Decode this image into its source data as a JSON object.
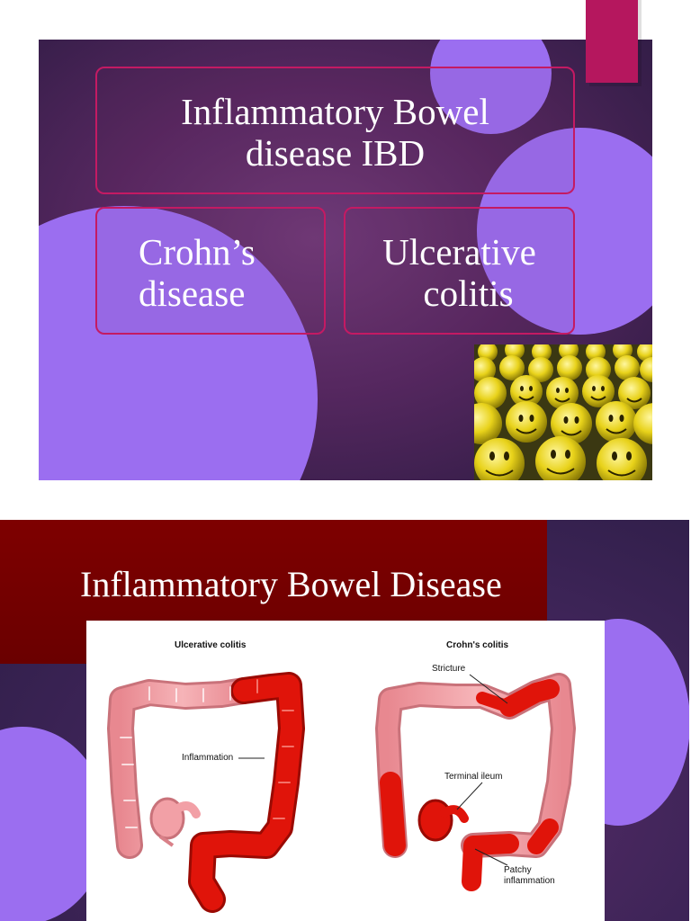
{
  "slide1": {
    "main_box": {
      "line1": "Inflammatory Bowel",
      "line2": "disease IBD"
    },
    "left_box": {
      "line1": "Crohn’s",
      "line2": "disease"
    },
    "right_box": {
      "line1": "Ulcerative",
      "line2": "colitis"
    },
    "image": {
      "subject": "smiley-faces"
    },
    "colors": {
      "background": "#55275f",
      "circle": "#9b6ef0",
      "border": "#c41a63",
      "accent": "#b5175e"
    }
  },
  "slide2": {
    "title": "Inflammatory Bowel Disease",
    "diagram": {
      "left_heading": "Ulcerative colitis",
      "right_heading": "Crohn's colitis",
      "labels": {
        "inflammation": "Inflammation",
        "stricture": "Stricture",
        "terminal_ileum": "Terminal ileum",
        "patchy_line1": "Patchy",
        "patchy_line2": "inflammation"
      }
    },
    "colors": {
      "band": "#7e0000",
      "circle": "#9b6ef0",
      "inflamed": "#e0140a",
      "healthy": "#f2a0a6"
    }
  }
}
